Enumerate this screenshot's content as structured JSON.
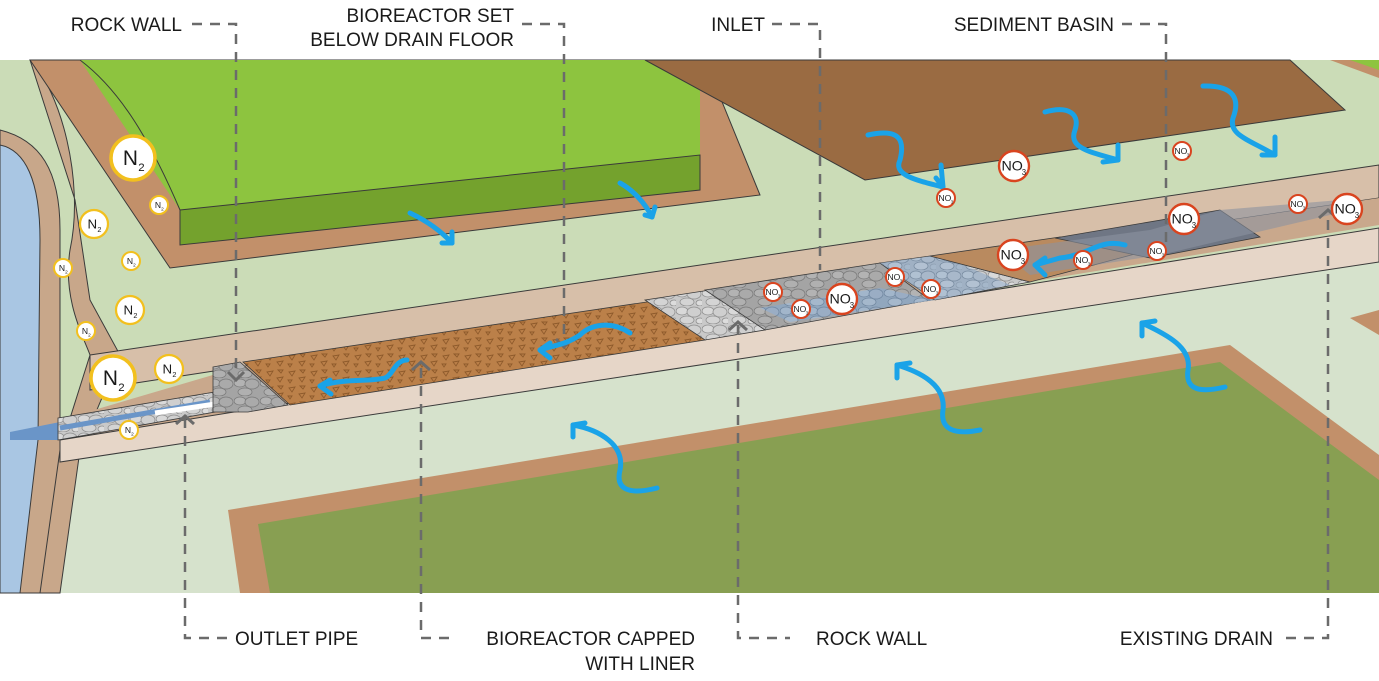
{
  "title": "Denitrifying bioreactor in drainage channel",
  "labels": {
    "top": [
      {
        "id": "rock-wall-top",
        "lines": [
          "ROCK WALL"
        ]
      },
      {
        "id": "bioreactor-below-floor",
        "lines": [
          "BIOREACTOR  SET",
          "BELOW DRAIN FLOOR"
        ]
      },
      {
        "id": "inlet",
        "lines": [
          "INLET"
        ]
      },
      {
        "id": "sediment-basin",
        "lines": [
          "SEDIMENT BASIN"
        ]
      }
    ],
    "bottom": [
      {
        "id": "outlet-pipe",
        "lines": [
          "OUTLET PIPE"
        ]
      },
      {
        "id": "bioreactor-capped",
        "lines": [
          "BIOREACTOR  CAPPED",
          "WITH LINER"
        ]
      },
      {
        "id": "rock-wall-bottom",
        "lines": [
          "ROCK WALL"
        ]
      },
      {
        "id": "existing-drain",
        "lines": [
          "EXISTING DRAIN"
        ]
      }
    ]
  },
  "chemicals": {
    "nitrogen": {
      "formula": "N",
      "subscript": "2",
      "ring_color": "#f2c01e"
    },
    "nitrate": {
      "formula": "NO",
      "subscript": "3",
      "ring_color": "#d9441f"
    }
  },
  "colors": {
    "flow_arrow": "#1aa3e8",
    "water": "#a9c6e3",
    "grass_field": "#8dc43f",
    "crop_field": "#889f52",
    "soil_field": "#9a6b42",
    "berm": "#c2906a",
    "ground": "#cbdcb7",
    "bank": "#d7bfa9",
    "woodchips": "#b87a45",
    "gravel": "#c5c5c5"
  },
  "icons": {
    "flow_arrow": "curved-arrow",
    "nitrogen_bubble": "n2-molecule-circle",
    "nitrate_bubble": "no3-molecule-circle",
    "section_marker": "chevron-caret"
  }
}
